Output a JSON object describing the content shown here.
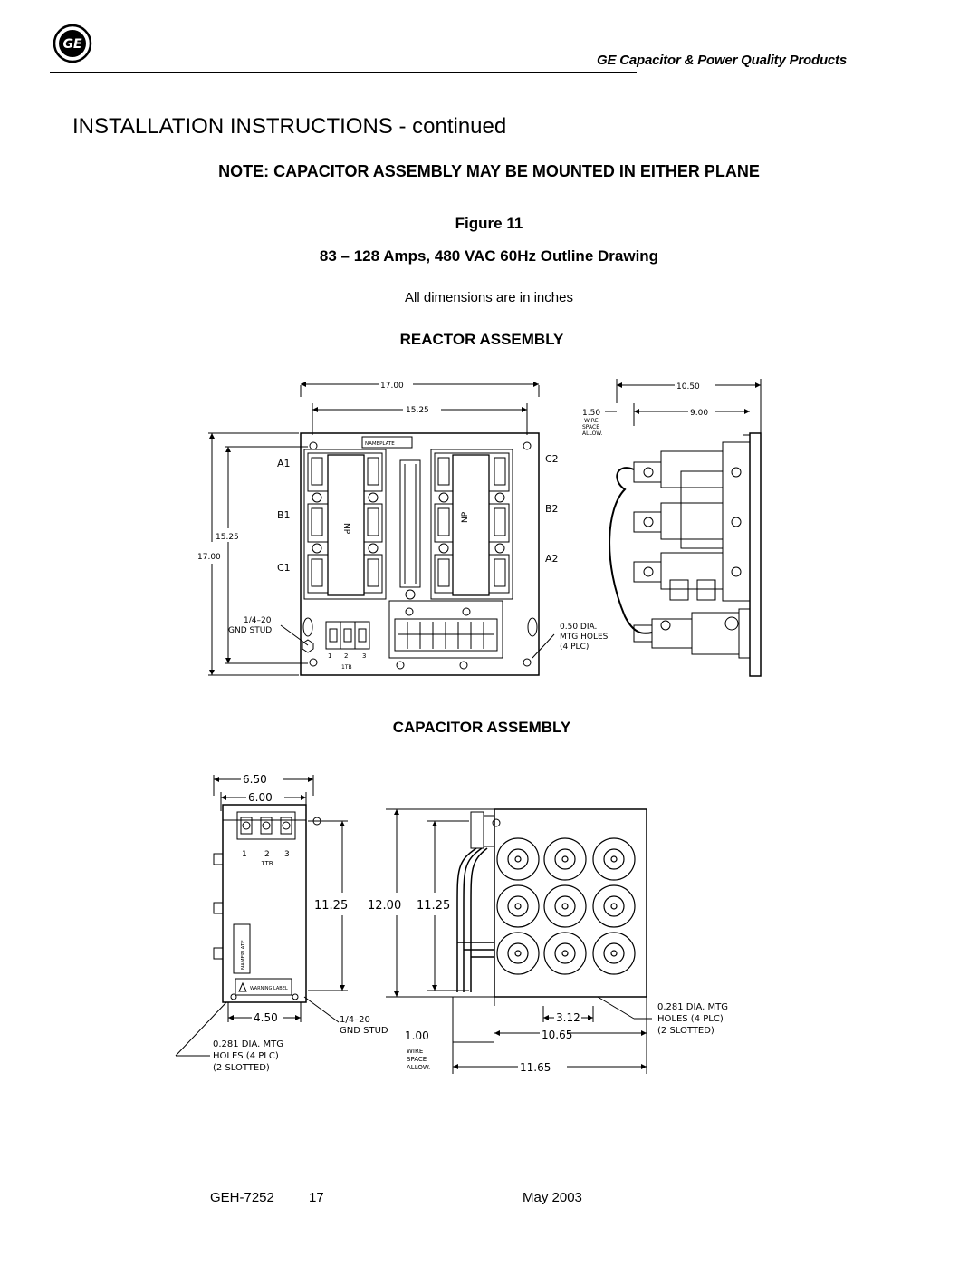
{
  "header": {
    "logo": "GE",
    "brand": "GE Capacitor & Power Quality Products"
  },
  "title": "INSTALLATION INSTRUCTIONS - continued",
  "note": "NOTE: CAPACITOR ASSEMBLY MAY BE MOUNTED IN EITHER PLANE",
  "figure": {
    "label": "Figure 11",
    "caption": "83 – 128 Amps, 480 VAC 60Hz Outline Drawing",
    "units_note": "All dimensions are in inches"
  },
  "reactor": {
    "heading": "REACTOR ASSEMBLY",
    "dim_width_outer": "17.00",
    "dim_width_inner": "15.25",
    "dim_height_inner": "15.25",
    "dim_height_outer": "17.00",
    "dim_depth_outer": "10.50",
    "dim_depth_inner": "9.00",
    "wire_allow_dim": "1.50",
    "wire_allow_lines": [
      "WIRE",
      "SPACE",
      "ALLOW."
    ],
    "nameplate": "NAMEPLATE",
    "np": "NP",
    "phase_left": [
      "A1",
      "B1",
      "C1"
    ],
    "phase_right": [
      "C2",
      "B2",
      "A2"
    ],
    "gnd_stud_lines": [
      "1/4–20",
      "GND STUD"
    ],
    "mtg_holes_lines": [
      "0.50 DIA.",
      "MTG HOLES",
      "(4 PLC)"
    ],
    "terminal_numbers": [
      "1",
      "2",
      "3"
    ],
    "terminal_block": "1TB"
  },
  "capacitor": {
    "heading": "CAPACITOR ASSEMBLY",
    "dim_650": "6.50",
    "dim_600": "6.00",
    "dim_1125_left": "11.25",
    "dim_1200": "12.00",
    "dim_1125_right": "11.25",
    "dim_450": "4.50",
    "dim_312": "3.12",
    "dim_100": "1.00",
    "dim_1065": "10.65",
    "dim_1165": "11.65",
    "terminal_numbers": [
      "1",
      "2",
      "3"
    ],
    "terminal_block": "1TB",
    "nameplate": "NAMEPLATE",
    "warning_label": "WARNING LABEL",
    "gnd_stud_lines": [
      "1/4–20",
      "GND STUD"
    ],
    "mtg_left_lines": [
      "0.281 DIA. MTG",
      "HOLES (4 PLC)",
      "(2 SLOTTED)"
    ],
    "mtg_right_lines": [
      "0.281 DIA. MTG",
      "HOLES (4 PLC)",
      "(2 SLOTTED)"
    ],
    "wire_allow_lines": [
      "WIRE",
      "SPACE",
      "ALLOW."
    ]
  },
  "footer": {
    "doc_number": "GEH-7252",
    "page": "17",
    "date": "May 2003"
  }
}
